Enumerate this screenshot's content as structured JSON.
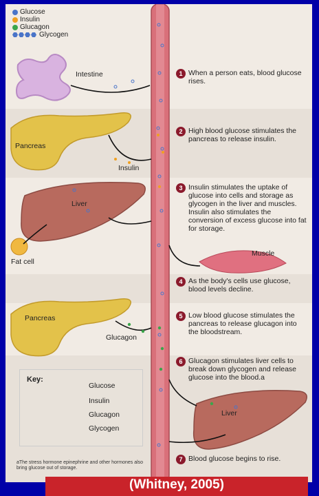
{
  "top_legend": {
    "glucose": "Glucose",
    "insulin": "Insulin",
    "glucagon": "Glucagon",
    "glycogen": "Glycogen"
  },
  "labels": {
    "intestine": "Intestine",
    "pancreas_1": "Pancreas",
    "insulin": "Insulin",
    "liver_1": "Liver",
    "fat_cell": "Fat cell",
    "muscle": "Muscle",
    "pancreas_2": "Pancreas",
    "glucagon": "Glucagon",
    "liver_2": "Liver"
  },
  "steps": [
    {
      "num": "1",
      "text": "When a person eats, blood glucose rises."
    },
    {
      "num": "2",
      "text": "High blood glucose stimulates the pancreas to release insulin."
    },
    {
      "num": "3",
      "text": "Insulin stimulates the uptake of glucose into cells and storage as glycogen in the liver and muscles. Insulin also stimulates the conversion of excess glucose into fat for storage."
    },
    {
      "num": "4",
      "text": "As the body's cells use glucose, blood levels decline."
    },
    {
      "num": "5",
      "text": "Low blood glucose stimulates the pancreas to release glucagon into the bloodstream."
    },
    {
      "num": "6",
      "text": "Glucagon stimulates liver cells to break down glycogen and release glucose into the blood.a"
    },
    {
      "num": "7",
      "text": "Blood glucose begins to rise."
    }
  ],
  "key": {
    "title": "Key:",
    "glucose": "Glucose",
    "insulin": "Insulin",
    "glucagon": "Glucagon",
    "glycogen": "Glycogen"
  },
  "footnote": "aThe stress hormone epinephrine and other hormones also bring glucose out of storage.",
  "caption": "(Whitney, 2005)",
  "colors": {
    "frame": "#0000a8",
    "vessel": "#d9707a",
    "step_circle": "#8b1a2c",
    "glucose": "#4a74c8",
    "insulin": "#f0a020",
    "glucagon": "#3aa64a",
    "organ_liver": "#b86a5e",
    "organ_pancreas": "#e3c24a",
    "caption_bg": "#c9232a"
  }
}
